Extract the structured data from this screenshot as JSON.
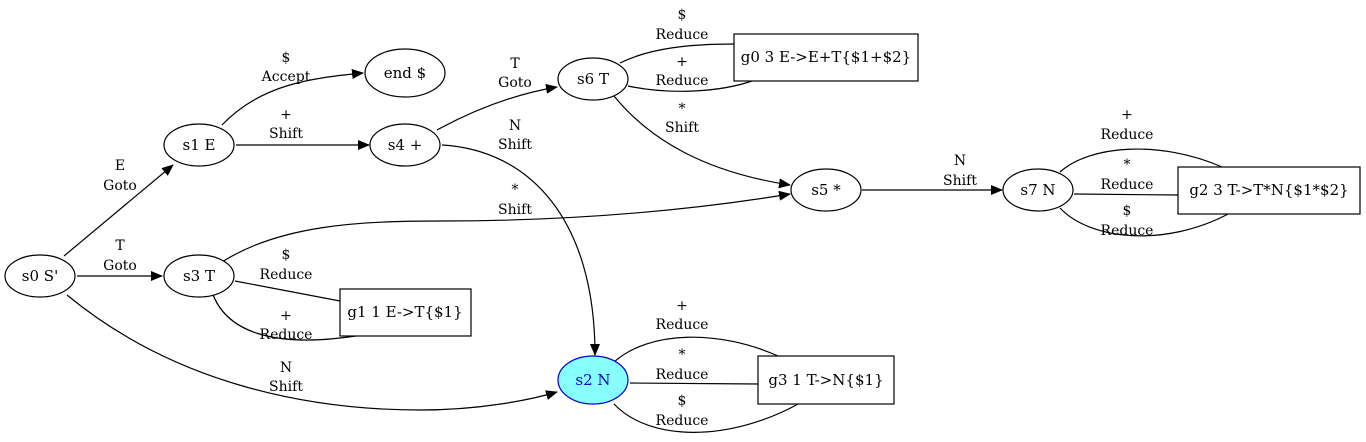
{
  "nodes": {
    "s0": "s0 S'",
    "s1": "s1 E",
    "s2": "s2 N",
    "s3": "s3 T",
    "s4": "s4 +",
    "s5": "s5 *",
    "s6": "s6 T",
    "s7": "s7 N",
    "end": "end $",
    "g0": "g0 3 E->E+T{$1+$2}",
    "g1": "g1 1 E->T{$1}",
    "g2": "g2 3 T->T*N{$1*$2}",
    "g3": "g3 1 T->N{$1}"
  },
  "highlight_color": "#88ffff",
  "edges": {
    "s0_s1": [
      "E",
      "Goto"
    ],
    "s0_s3": [
      "T",
      "Goto"
    ],
    "s0_s2": [
      "N",
      "Shift"
    ],
    "s1_end": [
      "$",
      "Accept"
    ],
    "s1_s4": [
      "+",
      "Shift"
    ],
    "s4_s6": [
      "T",
      "Goto"
    ],
    "s4_s2": [
      "N",
      "Shift"
    ],
    "s3_s5": [
      "*",
      "Shift"
    ],
    "s3_g1_dollar": [
      "$",
      "Reduce"
    ],
    "s3_g1_plus": [
      "+",
      "Reduce"
    ],
    "s6_g0_dollar": [
      "$",
      "Reduce"
    ],
    "s6_g0_plus": [
      "+",
      "Reduce"
    ],
    "s6_s5": [
      "*",
      "Shift"
    ],
    "s5_s7": [
      "N",
      "Shift"
    ],
    "s7_g2_plus": [
      "+",
      "Reduce"
    ],
    "s7_g2_star": [
      "*",
      "Reduce"
    ],
    "s7_g2_dollar": [
      "$",
      "Reduce"
    ],
    "s2_g3_plus": [
      "+",
      "Reduce"
    ],
    "s2_g3_star": [
      "*",
      "Reduce"
    ],
    "s2_g3_dollar": [
      "$",
      "Reduce"
    ]
  }
}
